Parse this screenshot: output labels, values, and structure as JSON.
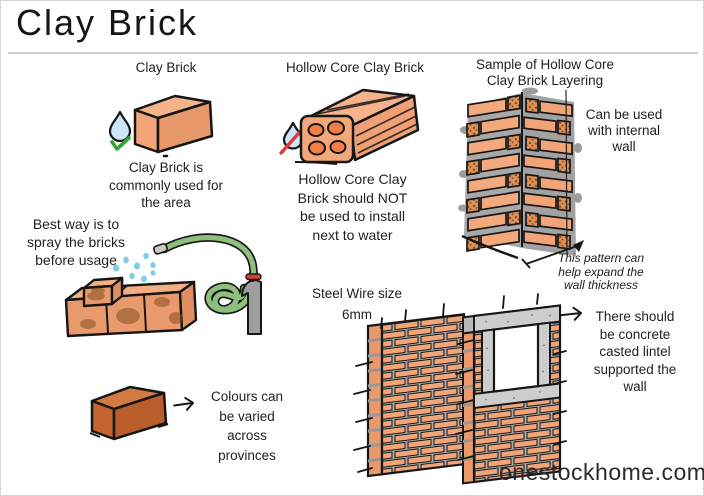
{
  "title": "Clay Brick",
  "watermark": "onestockhome.com",
  "columns": {
    "clay_brick": {
      "header": "Clay Brick",
      "caption_lines": [
        "Clay Brick is",
        "commonly used for",
        "the area"
      ]
    },
    "hollow_core": {
      "header": "Hollow Core Clay Brick",
      "caption_lines": [
        "Hollow Core Clay",
        "Brick should NOT",
        "be used to install",
        "next to water"
      ]
    },
    "layering": {
      "header_lines": [
        "Sample of Hollow Core",
        "Clay Brick Layering"
      ],
      "side_note_lines": [
        "Can be used",
        "with internal",
        "wall"
      ],
      "pattern_note_lines": [
        "This pattern can",
        "help expand the",
        "wall thickness"
      ]
    }
  },
  "annotations": {
    "spray_lines": [
      "Best way is to",
      "spray the bricks",
      "before usage"
    ],
    "colours_lines": [
      "Colours can",
      "be varied",
      "across",
      "provinces"
    ],
    "steel_wire_lines": [
      "Steel Wire size",
      "6mm"
    ],
    "lintel_lines": [
      "There should",
      "be concrete",
      "casted lintel",
      "supported the",
      "wall"
    ]
  },
  "icons": {
    "droplet_ok": "water-droplet-with-green-checkmark",
    "droplet_no": "water-droplet-with-red-slash",
    "arrow_right": "hand-drawn-right-arrow",
    "dimension_arrow": "diagonal-dimension-arrow",
    "tap": "water-tap-with-red-handle"
  },
  "colors": {
    "brick": "#F2A477",
    "brick_top": "#F5B38C",
    "brick_side": "#E8996B",
    "brick_dark": "#C4652F",
    "mortar": "#ABABAB",
    "concrete": "#CDCDCD",
    "hole_orange": "#F08045",
    "hose_green": "#8FBF7F",
    "water_blue": "#7CCDEE",
    "droplet_fill": "#CBE7F7",
    "check_green": "#2EA82E",
    "cross_red": "#E03A35",
    "tap_gray": "#9E9E9E",
    "handle_red": "#E23B35",
    "text": "#1F1F1F",
    "divider": "#CCCCCC",
    "background": "#FFFFFF"
  }
}
